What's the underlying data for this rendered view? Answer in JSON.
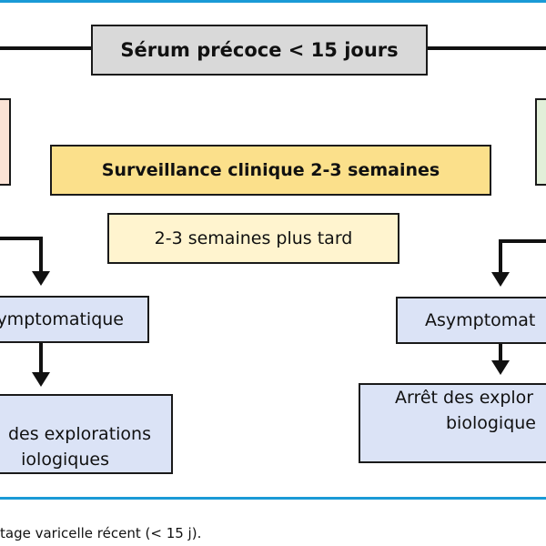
{
  "diagram": {
    "top_box": "Sérum précoce < 15 jours",
    "surveillance_box": "Surveillance clinique 2-3 semaines",
    "later_box": "2-3 semaines plus tard",
    "left_status_box": "ymptomatique",
    "right_status_box": "Asymptomat",
    "left_result_box": {
      "line1": "des explorations",
      "line2": "iologiques"
    },
    "right_result_box": {
      "line1": "Arrêt des explor",
      "line2": "biologique"
    },
    "caption": "tage varicelle récent (< 15 j).",
    "colors": {
      "rule": "#1a9ad6",
      "grey_box": "#d9d9d9",
      "yellow_box": "#fbe08b",
      "light_yellow_box": "#fff4cf",
      "blue_box": "#dbe3f6",
      "left_partial_box": "#fbe3d6",
      "right_partial_box": "#e2efd9"
    }
  }
}
